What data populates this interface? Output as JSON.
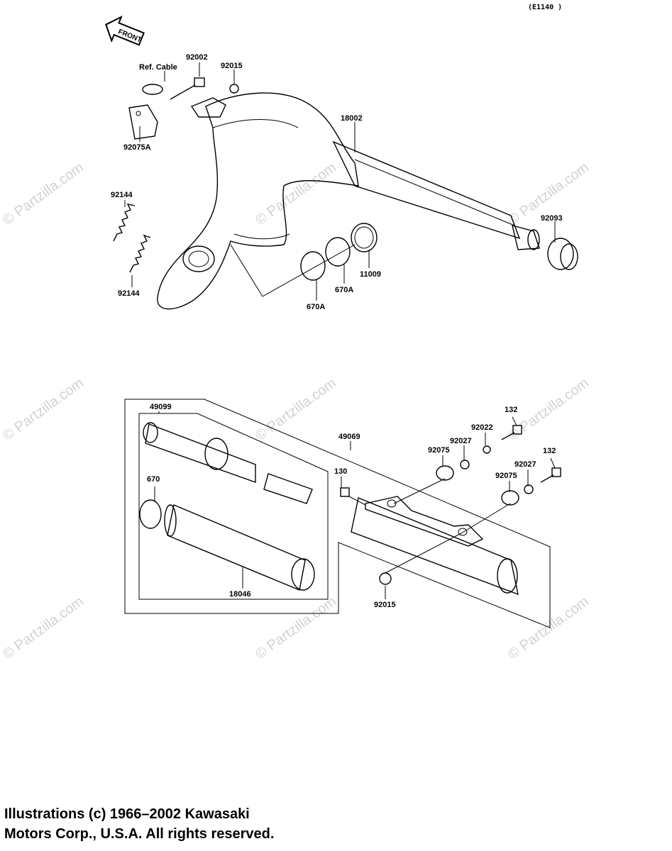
{
  "diagram_code": "(E1140 )",
  "front_arrow": "FRONT",
  "watermark": "© Partzilla.com",
  "parts": {
    "ref_cable": "Ref. Cable",
    "p92002": "92002",
    "p92015_top": "92015",
    "p18002": "18002",
    "p92075A": "92075A",
    "p92144_a": "92144",
    "p92144_b": "92144",
    "p92093": "92093",
    "p11009": "11009",
    "p670A_a": "670A",
    "p670A_b": "670A",
    "p49099": "49099",
    "p670": "670",
    "p18046": "18046",
    "p49069": "49069",
    "p130": "130",
    "p92075_a": "92075",
    "p92075_b": "92075",
    "p92027_a": "92027",
    "p92027_b": "92027",
    "p92022": "92022",
    "p132_a": "132",
    "p132_b": "132",
    "p92015_bottom": "92015"
  },
  "copyright": {
    "line1": "Illustrations (c) 1966–2002 Kawasaki",
    "line2": "Motors Corp., U.S.A.  All rights reserved."
  }
}
